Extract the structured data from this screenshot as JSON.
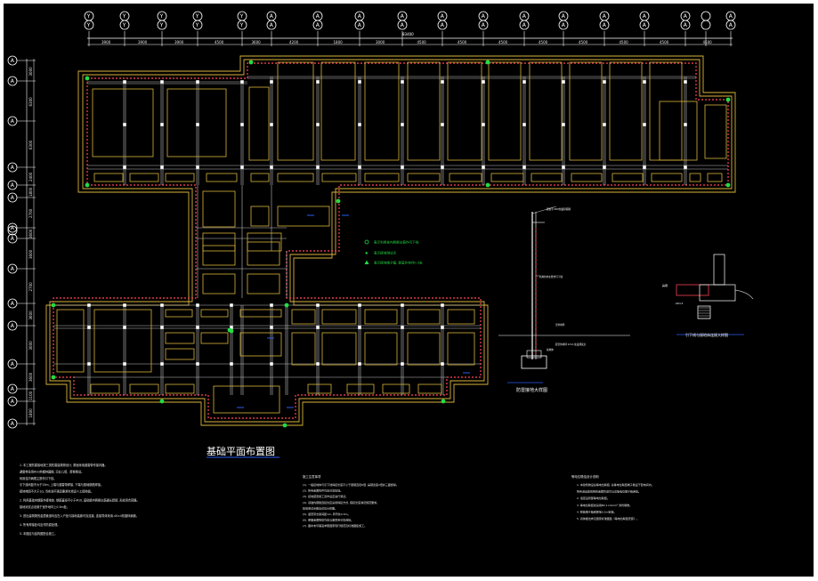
{
  "drawing": {
    "title": "基础平面布置图",
    "section_title": "防雷接地大样图",
    "detail_caption": "引下线与接地体连接大样图",
    "dim_total": "83400"
  },
  "grid_top": {
    "labels": [
      "Y",
      "Y",
      "Y",
      "Y",
      "Y",
      "A",
      "A",
      "A",
      "A",
      "A",
      "A",
      "A",
      "A",
      "A",
      "A",
      "A",
      "A",
      "A"
    ],
    "dimensions": [
      "3900",
      "3900",
      "3900",
      "4500",
      "3600",
      "4200",
      "1800",
      "3000",
      "4500",
      "4500",
      "4500",
      "4500",
      "4500",
      "4500",
      "4500",
      "4500",
      "3600"
    ]
  },
  "grid_left": {
    "labels": [
      "A",
      "A",
      "A",
      "A",
      "A",
      "A",
      "A",
      "A",
      "A",
      "A",
      "A",
      "A",
      "A",
      "A",
      "A",
      "A"
    ],
    "dimensions": [
      "3000",
      "6300",
      "6300",
      "2400",
      "1800",
      "2700",
      "3600",
      "3600",
      "2700",
      "3600",
      "3000",
      "3600",
      "1100",
      "1800",
      "2400"
    ]
  },
  "legend": [
    {
      "symbol": "ring",
      "text": "表示利用柱内两根主筋作引下线"
    },
    {
      "symbol": "star",
      "text": "表示接地测试点"
    },
    {
      "symbol": "triangle",
      "text": "表示接地端子箱, 距室外地坪0.5米"
    }
  ],
  "section_labels": [
    "避雷带 Φ10热镀锌圆钢",
    "利用柱内主筋作引下线",
    "接地体",
    "室外地坪",
    "距室外地坪 0.5m 处设测试点"
  ],
  "detail_labels": [
    "扁钢",
    "-40×4"
  ],
  "notes_left": [
    "1. 本工程防雷接地按三类防雷建筑物设计, 屋面采用避雷带作接闪器。",
    "   避雷带采用Φ10热镀锌圆钢, 沿女儿墙、屋脊敷设。",
    "   利用柱内两根主筋作引下线。",
    "   引下线间距不大于25m, 上端与避雷带焊接, 下端与基础钢筋焊接。",
    "   接地电阻不大于1Ω, 当实测不满足要求时增设人工接地极。",
    "2. 利用基础内钢筋作接地体, 钢筋直径不小于Φ10, 基础梁内两根主筋通长焊接, 形成闭合回路。",
    "   接地测试点设置于室外地坪上0.5m处。",
    "3. 进出建筑物的金属管道均应在入户处与接地装置可靠连接, 连接导体采用-40×4热镀锌扁钢。",
    "4. 所有焊接处均应作防腐处理。",
    "5. 本图应与结构图配合施工。"
  ],
  "notes_mid_heading": "施工注意事项",
  "notes_mid": [
    "(1). 一般接地体与引下线焊接长度不小于圆钢直径6倍, 扁钢宽度2倍并三面施焊。",
    "(2). 所有金属构件均应可靠接地。",
    "(3). 接地装置施工完毕后应进行测试。",
    "(4). 基础内钢筋连接处应采用焊接方式, 搭接长度满足规范要求。",
    "     接地测试点做法详见大样图。",
    "(5). 避雷带支架间距1m, 转弯处0.5m。",
    "(6). 屋面金属物体均应与避雷带可靠连接。",
    "(7). 图中未尽事宜参照国家现行规范及标准图集施工。"
  ],
  "notes_right_heading": "等电位联结设计说明",
  "notes_right": [
    "1. 本建筑物设总等电位联结, 总等电位联结端子箱设于配电间内。",
    "   所有进出建筑物的金属管道均与总等电位端子箱连接。",
    "2. 浴室设局部等电位联结。",
    "3. 等电位联结线采用BV-1×4mm² 穿管暗敷。",
    "4. 联结端子箱底距地0.5m安装。",
    "5. 具体做法参见国家标准图集《等电位联结安装》。"
  ],
  "colors": {
    "background": "#000000",
    "wall": "#d9b33a",
    "dash": "#d93a4a",
    "grid": "#ffffff",
    "marker_green": "#22dd44",
    "text": "#e8e8e8",
    "accent": "#2a5cf0",
    "cyan": "#22d0d0"
  }
}
